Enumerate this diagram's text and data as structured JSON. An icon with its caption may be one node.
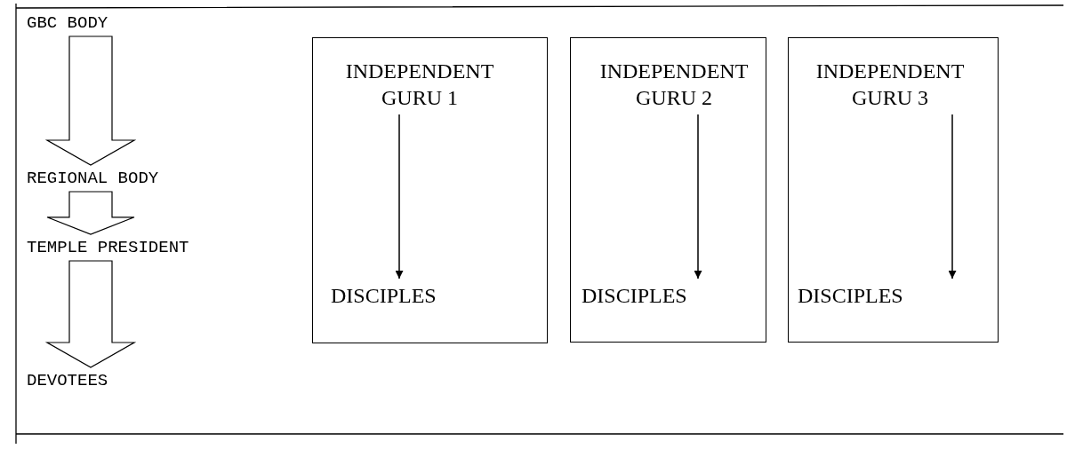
{
  "diagram": {
    "nodes": [
      {
        "text": [
          "GBC BODY"
        ]
      },
      {
        "text": [
          "REGIONAL BODY"
        ]
      },
      {
        "text": [
          "TEMPLE PRESIDENT"
        ]
      },
      {
        "text": [
          "DEVOTEES"
        ]
      },
      {
        "text": [],
        "shape": "box"
      },
      {
        "text": [
          "INDEPENDENT GURU 1"
        ],
        "in": 4
      },
      {
        "text": [
          "DISCIPLES"
        ],
        "in": 4
      },
      {
        "text": [],
        "shape": "box"
      },
      {
        "text": [
          "INDEPENDENT GURU 2"
        ],
        "in": 7
      },
      {
        "text": [
          "DISCIPLES"
        ],
        "in": 7
      },
      {
        "text": [],
        "shape": "box"
      },
      {
        "text": [
          "INDEPENDENT GURU 3"
        ],
        "in": 10
      },
      {
        "text": [
          "DISCIPLES"
        ],
        "in": 10
      }
    ],
    "edges": [
      {
        "from": 0,
        "to": 1,
        "arrow": "to",
        "style": "thick"
      },
      {
        "from": 1,
        "to": 2,
        "arrow": "to",
        "style": "thick"
      },
      {
        "from": 2,
        "to": 3,
        "arrow": "to",
        "style": "thick"
      },
      {
        "from": 5,
        "to": 6,
        "arrow": "to"
      },
      {
        "from": 8,
        "to": 9,
        "arrow": "to"
      },
      {
        "from": 11,
        "to": 12,
        "arrow": "to"
      }
    ]
  }
}
